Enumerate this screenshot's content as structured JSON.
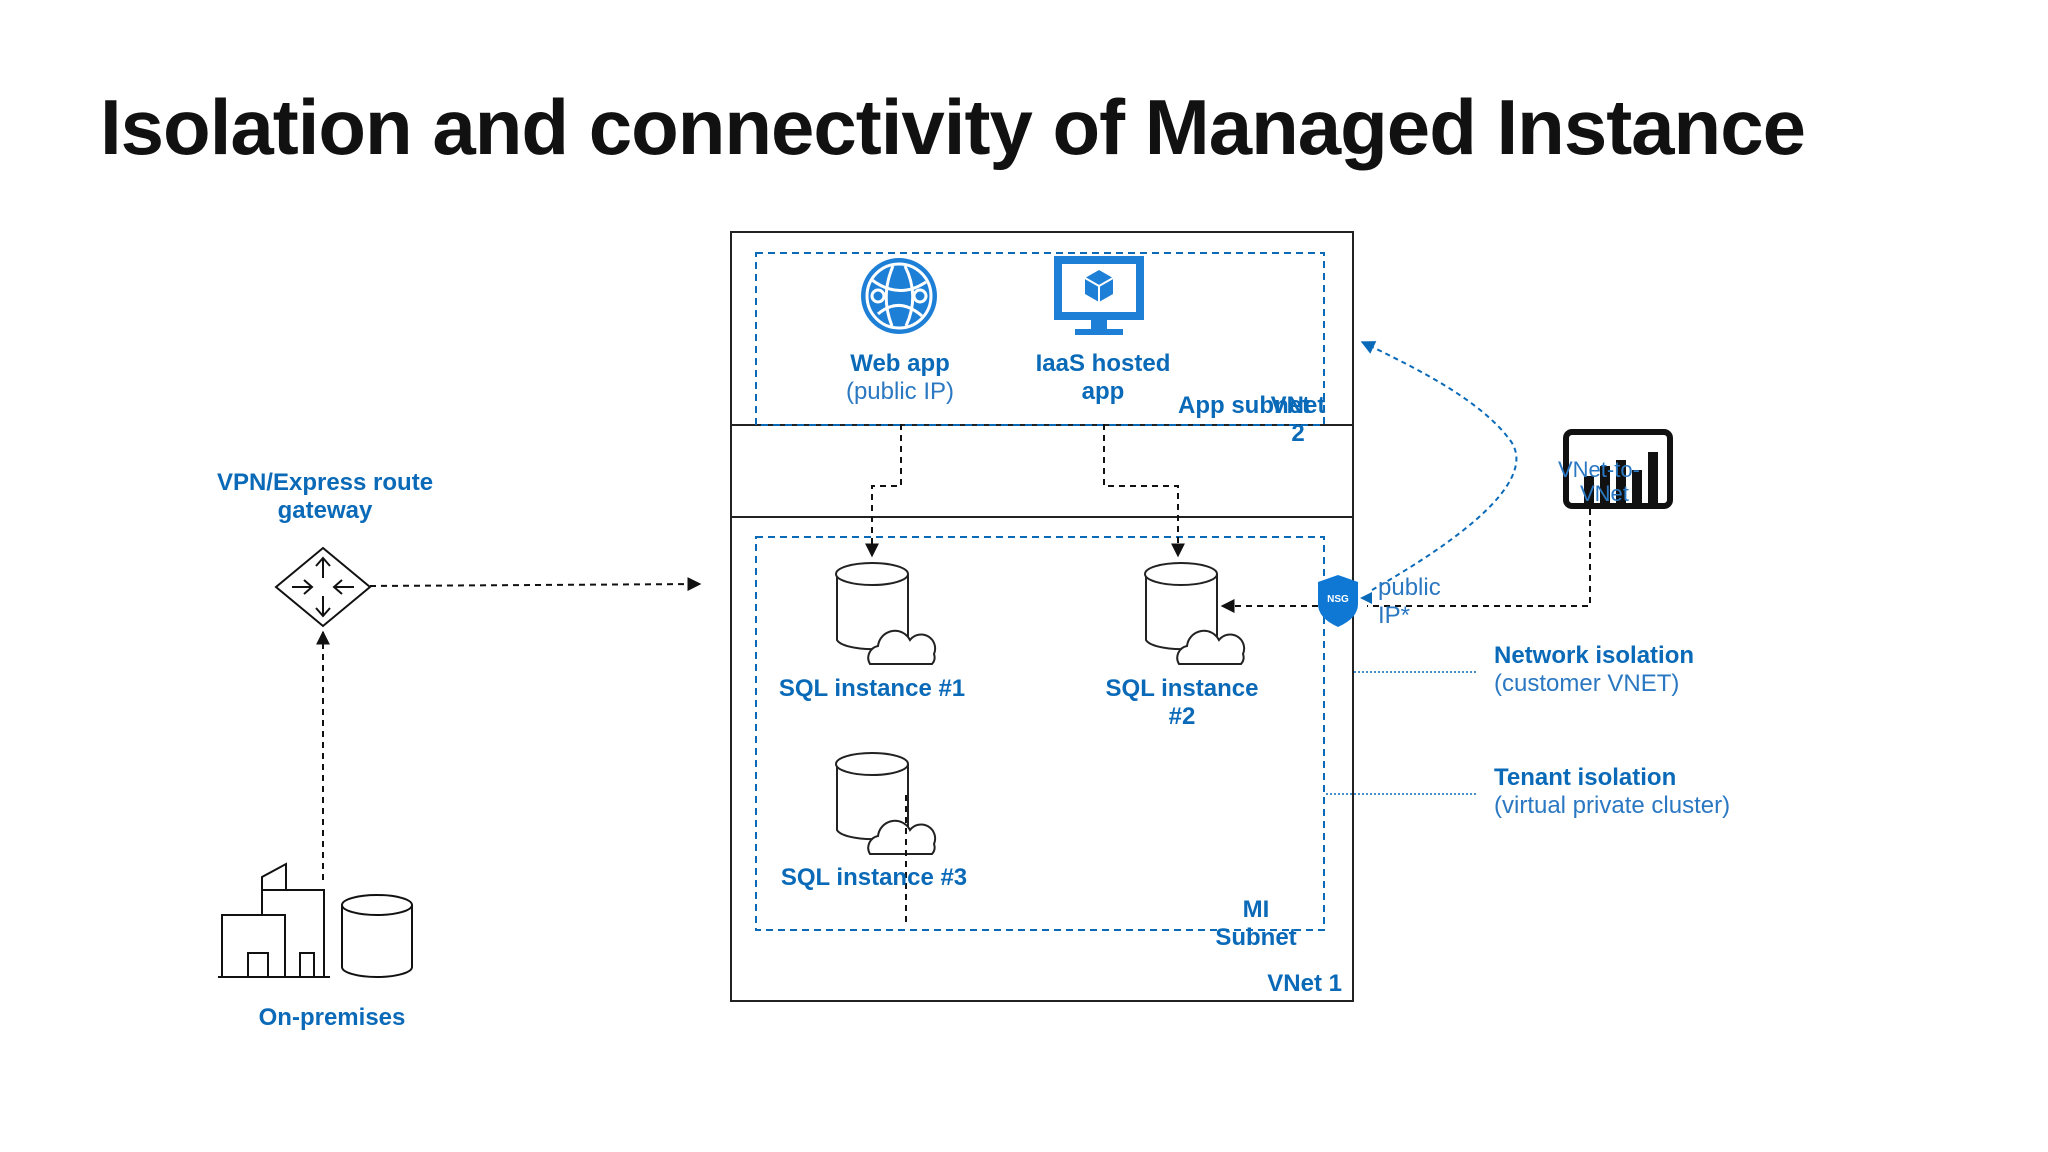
{
  "title": "Isolation and connectivity of Managed Instance",
  "colors": {
    "accent": "#0a6ab8",
    "icon_blue": "#0f78d4",
    "line": "#111111"
  },
  "app_tier": {
    "web_app": {
      "name": "Web app",
      "sub": "(public IP)",
      "icon": "web-app-globe-icon"
    },
    "iaas_app": {
      "line1": "IaaS hosted",
      "line2": "app",
      "icon": "monitor-cube-icon"
    },
    "subnet_label": "App subnet",
    "vnet2_line1": "VNet",
    "vnet2_line2": "2"
  },
  "gateway": {
    "line1": "VPN/Express route",
    "line2": "gateway",
    "icon": "router-icon"
  },
  "on_premises": {
    "label": "On-premises",
    "icon": "building-database-icon"
  },
  "mi_tier": {
    "sql1": "SQL instance #1",
    "sql2_line1": "SQL instance",
    "sql2_line2": "#2",
    "sql3": "SQL instance #3",
    "subnet_line1": "MI",
    "subnet_line2": "Subnet",
    "vnet1": "VNet 1"
  },
  "nsg": {
    "badge": "NSG",
    "line1": "public",
    "line2": "IP*"
  },
  "vnet_to_vnet": {
    "line1": "VNet-to-",
    "line2": "VNet",
    "icon": "bar-chart-icon"
  },
  "callouts": {
    "network": {
      "title": "Network isolation",
      "sub": "(customer VNET)"
    },
    "tenant": {
      "title": "Tenant isolation",
      "sub": "(virtual private cluster)"
    }
  }
}
